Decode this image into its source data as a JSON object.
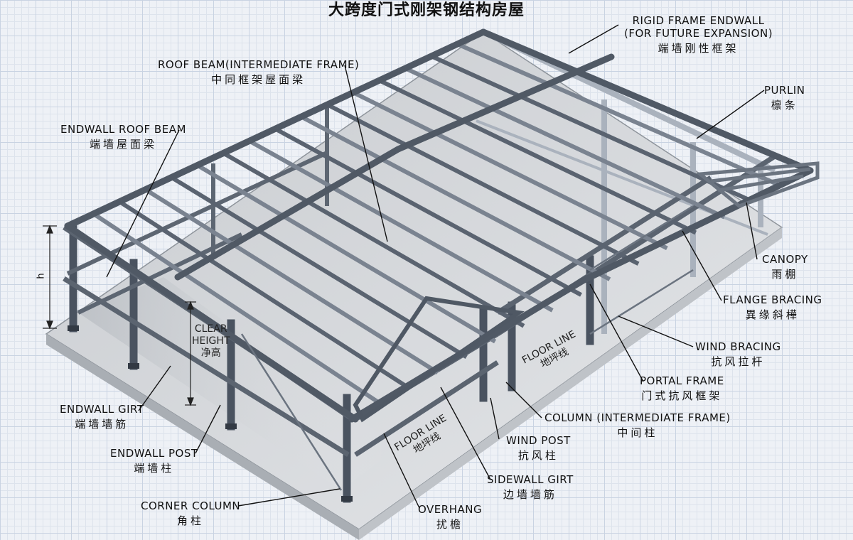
{
  "title": "大跨度门式刚架钢结构房屋",
  "labels": {
    "rigid_frame_endwall": {
      "en": "RIGID FRAME ENDWALL",
      "en2": "(FOR FUTURE EXPANSION)",
      "zh": "端墙刚性框架"
    },
    "roof_beam": {
      "en": "ROOF BEAM(INTERMEDIATE FRAME)",
      "zh": "中同框架屋面梁"
    },
    "purlin": {
      "en": "PURLIN",
      "zh": "檩条"
    },
    "endwall_roof_beam": {
      "en": "ENDWALL ROOF BEAM",
      "zh": "端墙屋面梁"
    },
    "canopy": {
      "en": "CANOPY",
      "zh": "雨棚"
    },
    "flange_bracing": {
      "en": "FLANGE BRACING",
      "zh": "異缘斜樺"
    },
    "wind_bracing": {
      "en": "WIND BRACING",
      "zh": "抗风拉杆"
    },
    "portal_frame": {
      "en": "PORTAL FRAME",
      "zh": "门式抗风框架"
    },
    "column_intermediate": {
      "en": "COLUMN (INTERMEDIATE FRAME)",
      "zh": "中间柱"
    },
    "endwall_girt": {
      "en": "ENDWALL GIRT",
      "zh": "端墙墙筋"
    },
    "endwall_post": {
      "en": "ENDWALL POST",
      "zh": "端墙柱"
    },
    "wind_post": {
      "en": "WIND POST",
      "zh": "抗风柱"
    },
    "sidewall_girt": {
      "en": "SIDEWALL GIRT",
      "zh": "边墙墙筋"
    },
    "corner_column": {
      "en": "CORNER COLUMN",
      "zh": "角柱"
    },
    "overhang": {
      "en": "OVERHANG",
      "zh": "扰檐"
    },
    "clear_height": {
      "en": "CLEAR",
      "en2": "HEIGHT",
      "zh": "净高"
    },
    "floor_line_1": {
      "en": "FLOOR LINE",
      "zh": "地坪线"
    },
    "floor_line_2": {
      "en": "FLOOR LINE",
      "zh": "地坪线"
    },
    "height_mark": "h"
  },
  "colors": {
    "steel_dark": "#4a5360",
    "steel_light": "#b9c1cc",
    "slab": "#c9ccd0",
    "leader": "#111111"
  }
}
